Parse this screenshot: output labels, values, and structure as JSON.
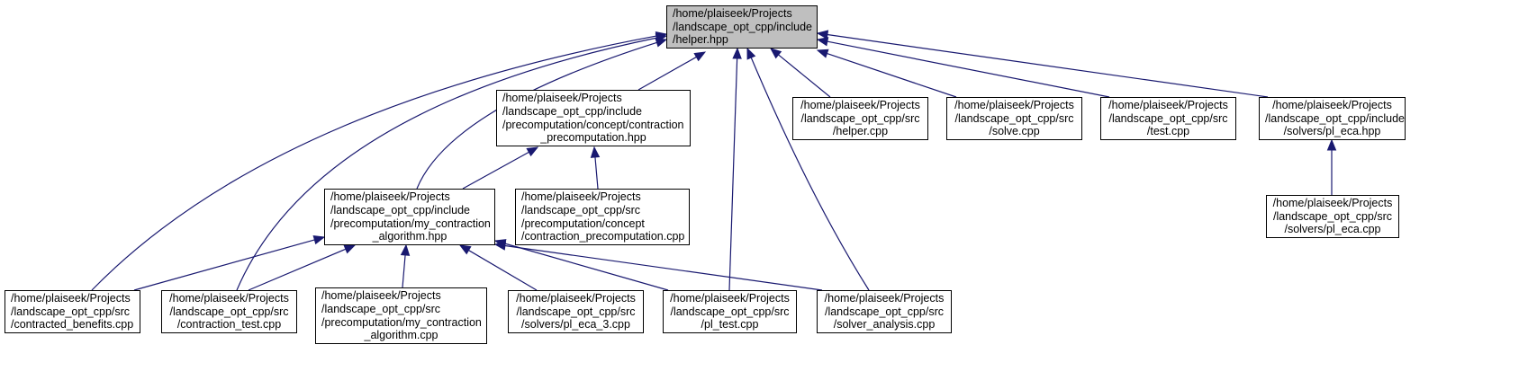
{
  "colors": {
    "edge": "#191970",
    "root_fill": "#bfbfbf",
    "node_fill": "#ffffff",
    "border": "#000000"
  },
  "nodes": [
    {
      "id": "helper_hpp",
      "lines": [
        "/home/plaiseek/Projects",
        "/landscape_opt_cpp/include",
        "/helper.hpp"
      ]
    },
    {
      "id": "contraction_precomputation_hpp",
      "lines": [
        "/home/plaiseek/Projects",
        "/landscape_opt_cpp/include",
        "/precomputation/concept/contraction",
        "_precomputation.hpp"
      ]
    },
    {
      "id": "helper_cpp",
      "lines": [
        "/home/plaiseek/Projects",
        "/landscape_opt_cpp/src",
        "/helper.cpp"
      ]
    },
    {
      "id": "solve_cpp",
      "lines": [
        "/home/plaiseek/Projects",
        "/landscape_opt_cpp/src",
        "/solve.cpp"
      ]
    },
    {
      "id": "test_cpp",
      "lines": [
        "/home/plaiseek/Projects",
        "/landscape_opt_cpp/src",
        "/test.cpp"
      ]
    },
    {
      "id": "pl_eca_hpp",
      "lines": [
        "/home/plaiseek/Projects",
        "/landscape_opt_cpp/include",
        "/solvers/pl_eca.hpp"
      ]
    },
    {
      "id": "my_contraction_algorithm_hpp",
      "lines": [
        "/home/plaiseek/Projects",
        "/landscape_opt_cpp/include",
        "/precomputation/my_contraction",
        "_algorithm.hpp"
      ]
    },
    {
      "id": "contraction_precomputation_cpp",
      "lines": [
        "/home/plaiseek/Projects",
        "/landscape_opt_cpp/src",
        "/precomputation/concept",
        "/contraction_precomputation.cpp"
      ]
    },
    {
      "id": "pl_eca_cpp",
      "lines": [
        "/home/plaiseek/Projects",
        "/landscape_opt_cpp/src",
        "/solvers/pl_eca.cpp"
      ]
    },
    {
      "id": "contracted_benefits_cpp",
      "lines": [
        "/home/plaiseek/Projects",
        "/landscape_opt_cpp/src",
        "/contracted_benefits.cpp"
      ]
    },
    {
      "id": "contraction_test_cpp",
      "lines": [
        "/home/plaiseek/Projects",
        "/landscape_opt_cpp/src",
        "/contraction_test.cpp"
      ]
    },
    {
      "id": "my_contraction_algorithm_cpp",
      "lines": [
        "/home/plaiseek/Projects",
        "/landscape_opt_cpp/src",
        "/precomputation/my_contraction",
        "_algorithm.cpp"
      ]
    },
    {
      "id": "pl_eca_3_cpp",
      "lines": [
        "/home/plaiseek/Projects",
        "/landscape_opt_cpp/src",
        "/solvers/pl_eca_3.cpp"
      ]
    },
    {
      "id": "pl_test_cpp",
      "lines": [
        "/home/plaiseek/Projects",
        "/landscape_opt_cpp/src",
        "/pl_test.cpp"
      ]
    },
    {
      "id": "solver_analysis_cpp",
      "lines": [
        "/home/plaiseek/Projects",
        "/landscape_opt_cpp/src",
        "/solver_analysis.cpp"
      ]
    }
  ],
  "edges": [
    {
      "from": "contraction_precomputation_hpp",
      "to": "helper_hpp"
    },
    {
      "from": "my_contraction_algorithm_hpp",
      "to": "helper_hpp"
    },
    {
      "from": "contracted_benefits_cpp",
      "to": "helper_hpp"
    },
    {
      "from": "contraction_test_cpp",
      "to": "helper_hpp"
    },
    {
      "from": "pl_test_cpp",
      "to": "helper_hpp"
    },
    {
      "from": "solver_analysis_cpp",
      "to": "helper_hpp"
    },
    {
      "from": "helper_cpp",
      "to": "helper_hpp"
    },
    {
      "from": "solve_cpp",
      "to": "helper_hpp"
    },
    {
      "from": "test_cpp",
      "to": "helper_hpp"
    },
    {
      "from": "pl_eca_hpp",
      "to": "helper_hpp"
    },
    {
      "from": "my_contraction_algorithm_hpp",
      "to": "contraction_precomputation_hpp"
    },
    {
      "from": "contraction_precomputation_cpp",
      "to": "contraction_precomputation_hpp"
    },
    {
      "from": "pl_eca_cpp",
      "to": "pl_eca_hpp"
    },
    {
      "from": "contracted_benefits_cpp",
      "to": "my_contraction_algorithm_hpp"
    },
    {
      "from": "contraction_test_cpp",
      "to": "my_contraction_algorithm_hpp"
    },
    {
      "from": "my_contraction_algorithm_cpp",
      "to": "my_contraction_algorithm_hpp"
    },
    {
      "from": "pl_eca_3_cpp",
      "to": "my_contraction_algorithm_hpp"
    },
    {
      "from": "pl_test_cpp",
      "to": "my_contraction_algorithm_hpp"
    },
    {
      "from": "solver_analysis_cpp",
      "to": "my_contraction_algorithm_hpp"
    }
  ]
}
